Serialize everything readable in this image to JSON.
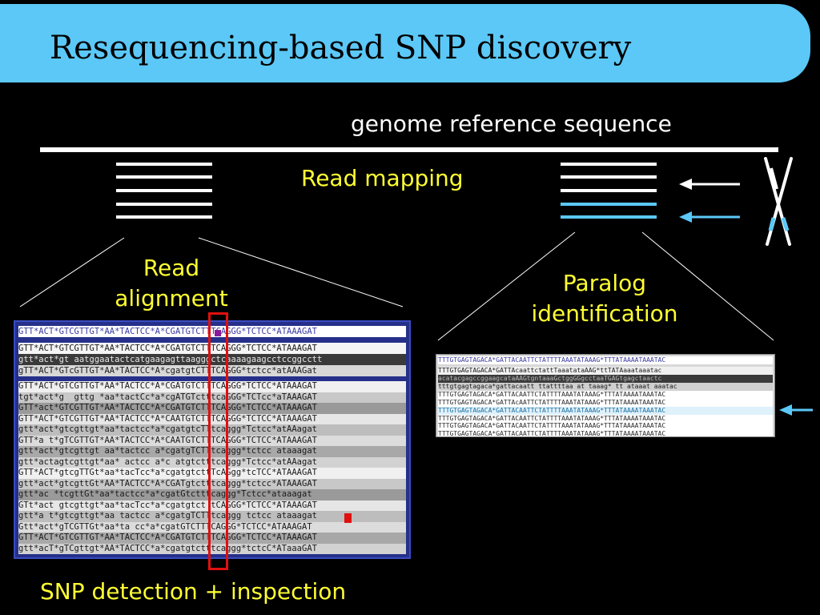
{
  "title": "Resequencing-based SNP discovery",
  "labels": {
    "reference": "genome reference sequence",
    "read_mapping": "Read mapping",
    "read_alignment": [
      "Read",
      "alignment"
    ],
    "paralog": [
      "Paralog",
      "identification"
    ],
    "snp_detection": "SNP detection + inspection"
  },
  "colors": {
    "title_bar": "#5bc8f7",
    "label_yellow": "#ffff33",
    "paralog_blue": "#5bc8f7",
    "marker_red": "#e01010"
  },
  "left_alignment": {
    "header": "GTT*ACT*GTCGTTGT*AA*TACTCC*A*CGATGTCTTTCAGGG*TCTCC*ATAAAGAT",
    "group1": [
      "GTT*ACT*GTCGTTGT*AA*TACTCC*A*CGATGTCTTTCAGGG*TCTCC*ATAAAGAT",
      "gtt*act*gt aatggaatactcatgaagagttaagggctcaaaagaagcctccggcctt",
      "gTT*ACT*GTcGTTGT*AA*TACTCC*A*cgatgtCTTTCAGGG*tctcc*atAAAGat"
    ],
    "group2": [
      "GTT*ACT*GTCGTTGT*AA*TACTCC*A*CGATGTCTTTCAGGG*TCTCC*ATAAAGAT",
      "tgt*act*g  gttg *aa*tactCc*a*cgATGTctttcaGGG*TCTcc*aTAAAGAT",
      "GTT*act*GTCGTTGT*AA*TACTCC*A*CGATGTCTTTCAGGG*TCTCC*ATAAAGAT",
      "GTT*ACT*GTCGTTGT*AA*TACTCC*A*CAATGTCTTTCAGGG*TCTCC*ATAAAGAT",
      "gtt*act*gtcgttgt*aa*tactcc*a*cgatgtcTTtcaggg*Tctcc*atAAagat",
      "GTT*a t*gTCGTTGT*AA*TACTCC*A*CAATGTCTTTCAGGG*TCTCC*ATAAAGAT",
      "gtt*act*gtcgttgt aa*tactcc a*cgatgTCTTtcaggg*tctcc ataaagat",
      "gtt*actagtcgttgt*aa* actcc a*c atgtctttcaggg*Tctcc*atAAagat",
      "GTT*ACT*gtcgTTGt*aa*tacTcc*a*cgatgtcttTcAGgg*tcTCC*ATAAAGAT",
      "gtt*act*gtcgttGt*AA*TACTCC*A*CGATgtctttcaggg*tctcc*ATAAAGAT",
      "gtt*ac *tcgttGt*aa*tactcc*a*cgatGtctttcaggg*Tctcc*ataaagat",
      "GTt*act gtcgttgt*aa*tacTcc*a*cgatgtct tCAGGG*TCTCC*ATAAAGAT",
      "gtt*a t*gtcgttgt*aa tactcc a*cgatgTCTTtcaggg tctcc ataaagat",
      "Gtt*act*gTCGTTGt*aa*ta cc*a*cgatGTCTTTCAGGG*TCTCC*ATAAAGAT",
      "GTT*ACT*GTCGTTGT*AA*TACTCC*A*CGATGTCTTTCAGGG*TCTCC*ATAAAGAT",
      "gtt*acT*gTCgttgt*AA*TACTCC*a*cgatgtctttcaggg*tctcC*ATaaaGAT"
    ]
  },
  "right_alignment": {
    "header": "TTTGTGAGTAGACA*GATTACAATTCTATTTTAAATATAAAG*TTTATAAAATAAATAC",
    "group1": [
      "TTTGTGAGTAGACA*GATTAcaattctattTaaatataAAG*ttTATAaaataaatac",
      "acatacgagccggaagcataAAGtgntaaaGctggGGgcctaaTGAGtgagctaactc",
      "tttgtgagtagaca*gattacaatt ttattttaa at taaag* tt ataaat aaatac",
      "TTTGTGAGTAGACA*GATTACAATTCTATTTTAAATATAAAG*TTTATAAAATAAATAC",
      "TTTGTGAGTAGACA*GATTAcAATTCTATTTTAAATATAAAG*TTTATAAAATAAATAC"
    ],
    "group2": [
      "TTTGTGAGTAGACA*GATTACAATTCTATTTTAAATATAAAG*TTTATAAAATAAATAC",
      "TTTGTGAGTAGACA*GATTACAATTCTATTTTAAATATAAAG*TTTATAAAATAAATAC",
      "TTTGTGAGTAGACA*GATTACAATTCTATTTTAAATATAAAG*TTTATAAAATAAATAC",
      "TTTGTGAGTAGACA*GATTACAATTCTATTTTAAATATAAAG*TTTATAAAATAAATAC"
    ]
  }
}
